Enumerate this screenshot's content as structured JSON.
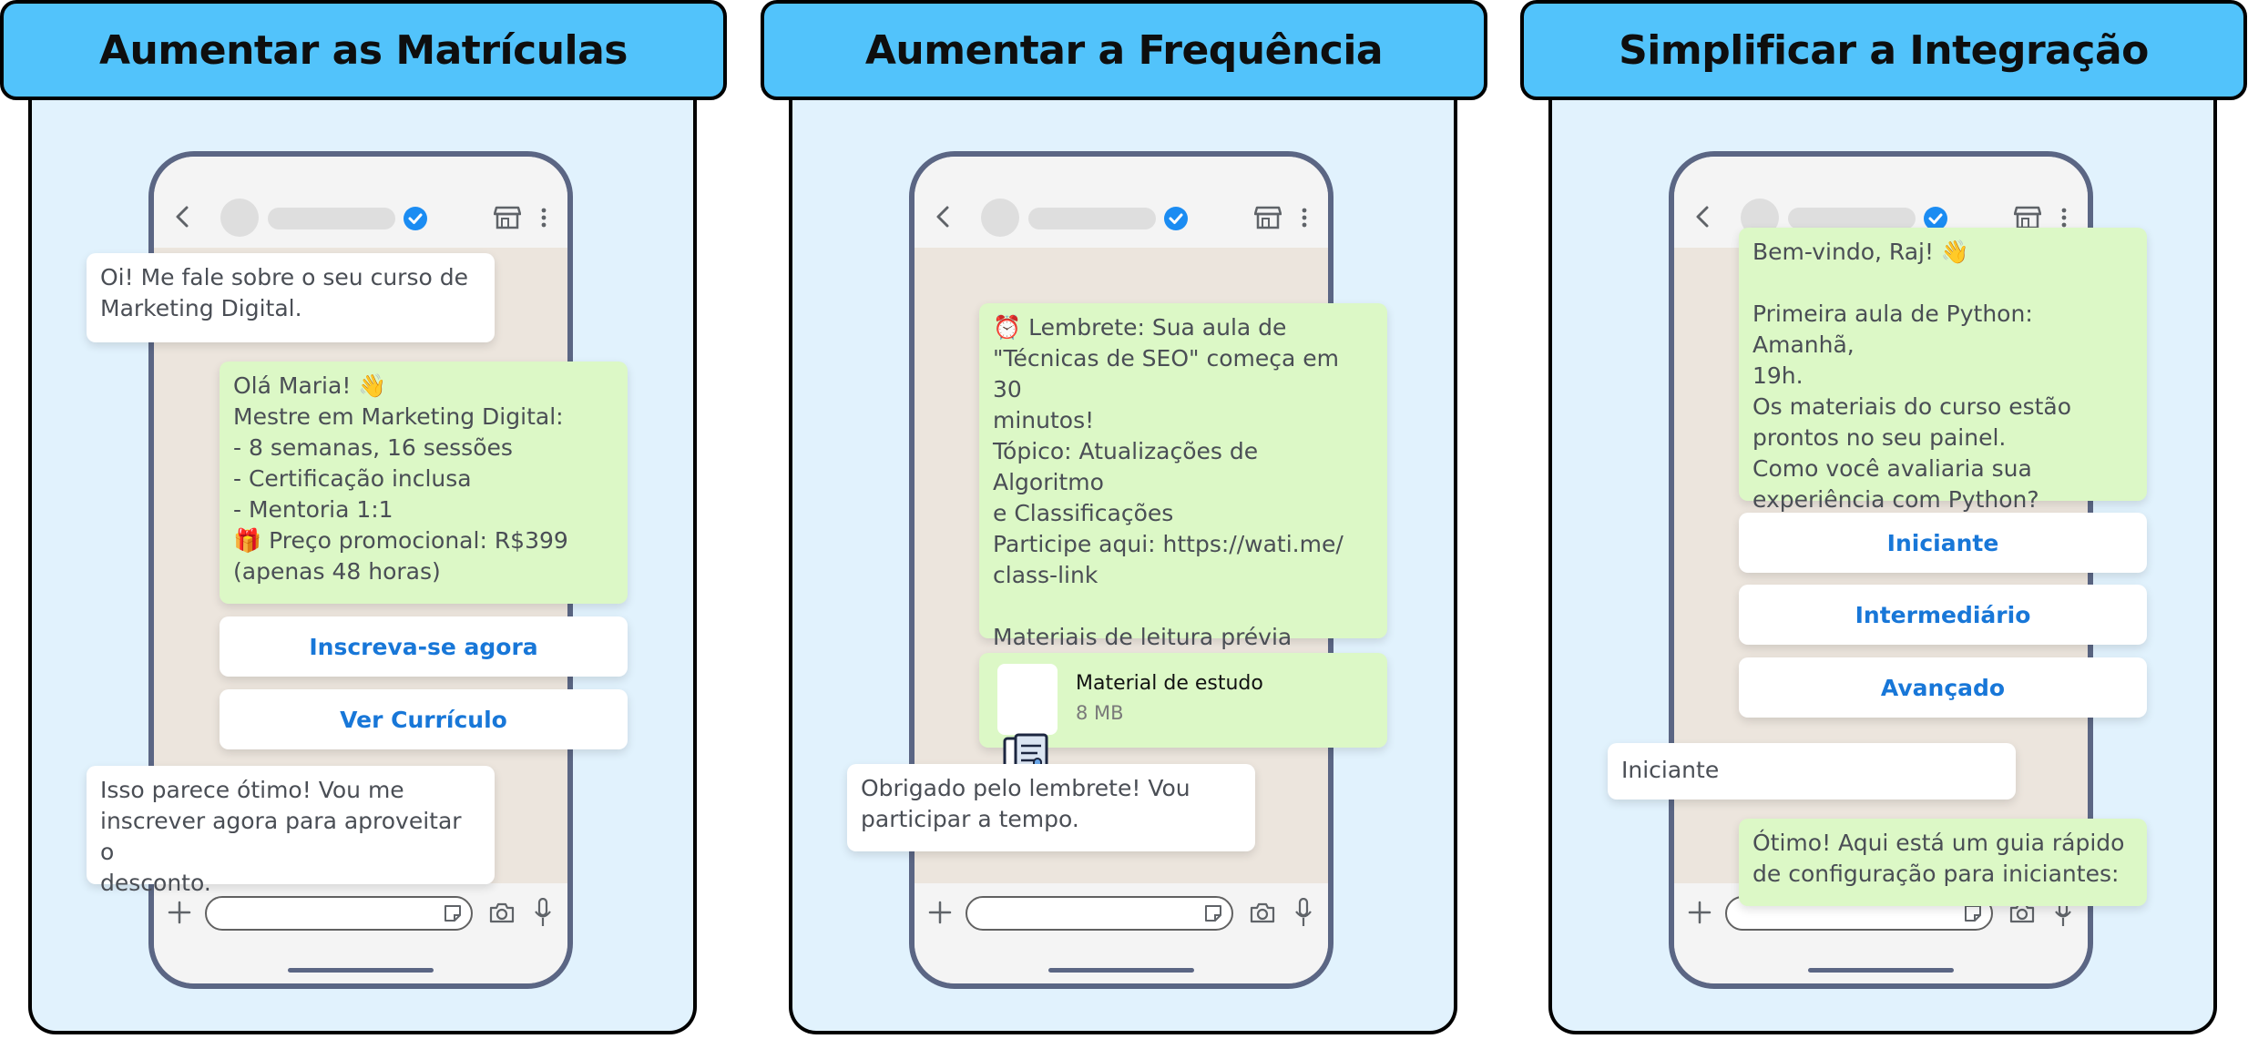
{
  "panels": [
    {
      "title": "Aumentar as Matrículas",
      "messages": {
        "m1": "Oi! Me fale sobre o seu curso de\nMarketing Digital.",
        "m2": "Olá Maria! 👋\nMestre em Marketing Digital:\n- 8 semanas, 16 sessões\n- Certificação inclusa\n- Mentoria 1:1\n🎁 Preço promocional: R$399\n(apenas 48 horas)",
        "m3": "Isso parece ótimo! Vou me\ninscrever agora para aproveitar o\ndesconto."
      },
      "buttons": [
        "Inscreva-se agora",
        "Ver Currículo"
      ]
    },
    {
      "title": "Aumentar a Frequência",
      "messages": {
        "m1": "⏰ Lembrete: Sua aula de\n\"Técnicas de SEO\" começa em 30\nminutos!\nTópico: Atualizações de Algoritmo\ne Classificações\nParticipe aqui: https://wati.me/\nclass-link\n\nMateriais de leitura prévia\nanexados 👇",
        "m2": "Obrigado pelo lembrete! Vou\nparticipar a tempo."
      },
      "document": {
        "name": "Material de estudo",
        "size": "8 MB"
      }
    },
    {
      "title": "Simplificar a Integração",
      "messages": {
        "m1": "Bem-vindo, Raj! 👋\n\nPrimeira aula de Python: Amanhã,\n19h.\nOs materiais do curso estão\nprontos no seu painel.\nComo você avaliaria sua\nexperiência com Python?",
        "m2": "Iniciante",
        "m3": "Ótimo! Aqui está um guia rápido\nde configuração para iniciantes:"
      },
      "buttons": [
        "Iniciante",
        "Intermediário",
        "Avançado"
      ]
    }
  ],
  "colors": {
    "header_bg": "#52c3fb",
    "panel_bg": "#e1f2fd",
    "chat_bg": "#ece5dd",
    "outgoing_bubble": "#dcf8c6",
    "incoming_bubble": "#ffffff",
    "button_text": "#1877d8",
    "verified_badge": "#1b8cf2",
    "phone_frame": "#5b6684"
  }
}
